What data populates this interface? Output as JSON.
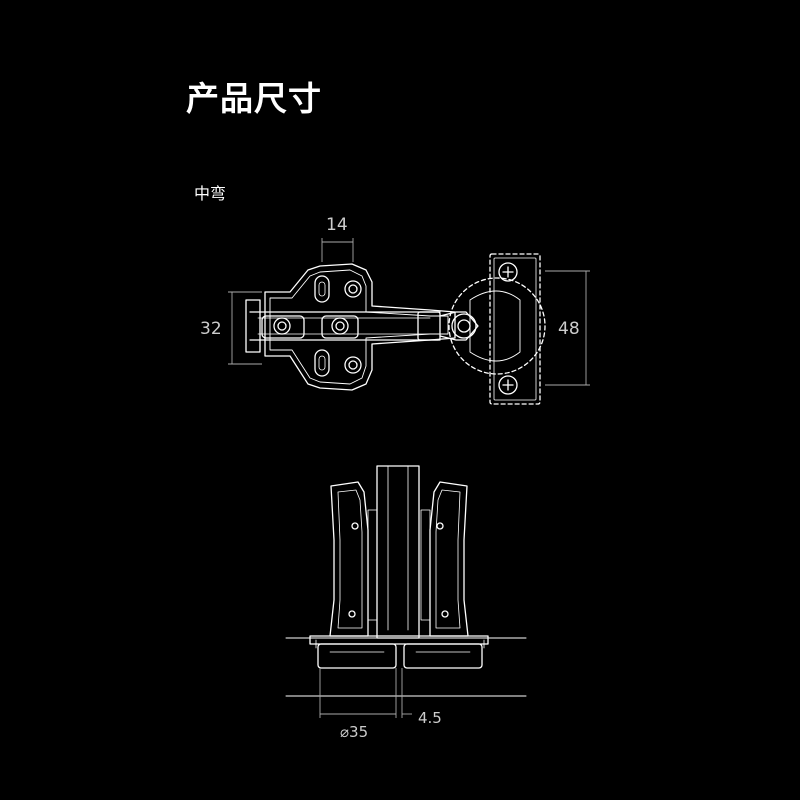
{
  "title": "产品尺寸",
  "subtitle": "中弯",
  "dimensions": {
    "top_width": "14",
    "cup_height": "32",
    "plate_height": "48",
    "cup_diameter": "⌀35",
    "offset": "4.5"
  }
}
